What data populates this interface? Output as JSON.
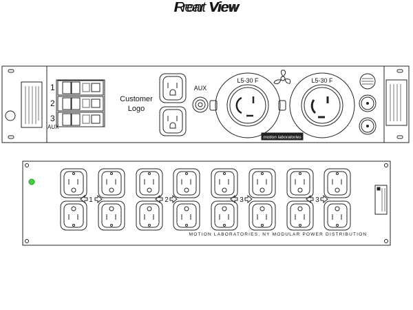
{
  "titles": {
    "front": "Front View",
    "rear": "Rear View"
  },
  "front": {
    "breaker_labels": [
      "1",
      "2",
      "3"
    ],
    "aux_small": "AUX",
    "customer_logo": [
      "Customer",
      "Logo"
    ],
    "aux_label": "AUX",
    "twistlock_label": "L5-30 F",
    "brand_plate": "motion laboratories"
  },
  "rear": {
    "circuit_labels": [
      "1",
      "2",
      "3",
      "3"
    ],
    "footer": "MOTION LABORATORIES, NY   MODULAR POWER DISTRIBUTION"
  },
  "colors": {
    "led": "#3fd13f",
    "line": "#222222"
  }
}
